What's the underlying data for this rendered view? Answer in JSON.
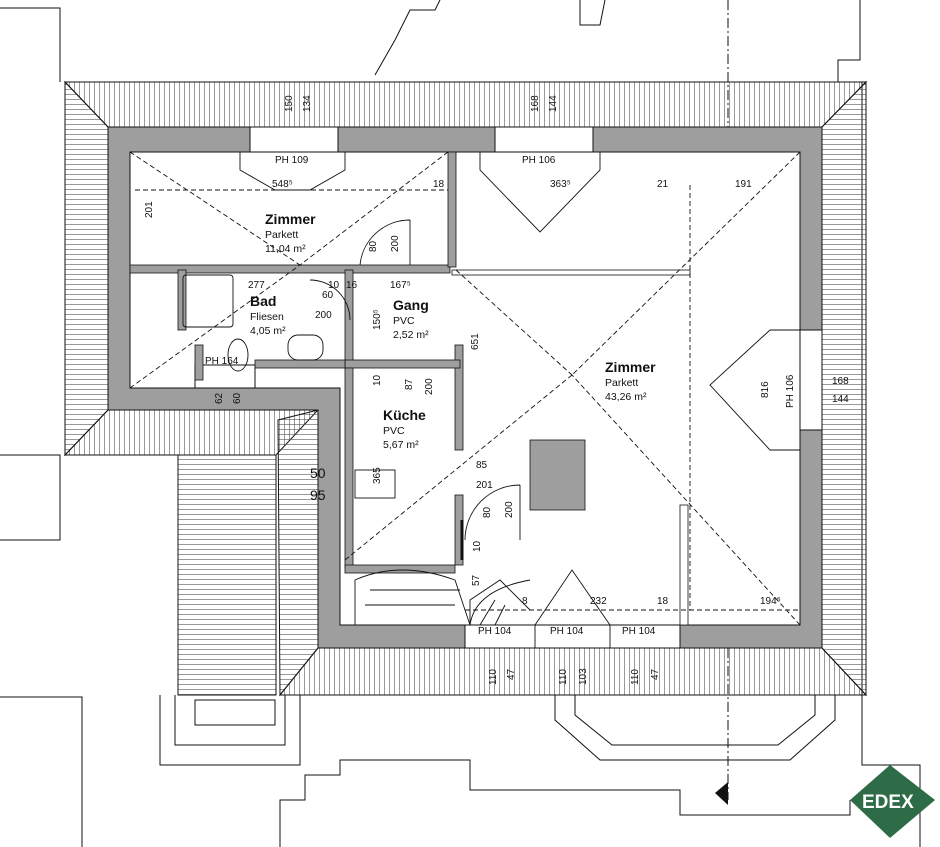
{
  "rooms": {
    "zimmer1": {
      "name": "Zimmer",
      "floor": "Parkett",
      "area": "11,04 m²"
    },
    "bad": {
      "name": "Bad",
      "floor": "Fliesen",
      "area": "4,05 m²"
    },
    "gang": {
      "name": "Gang",
      "floor": "PVC",
      "area": "2,52 m²"
    },
    "kueche": {
      "name": "Küche",
      "floor": "PVC",
      "area": "5,67 m²"
    },
    "zimmer2": {
      "name": "Zimmer",
      "floor": "Parkett",
      "area": "43,26 m²"
    }
  },
  "windows": {
    "ph109": "PH 109",
    "ph106_top": "PH 106",
    "ph164": "PH 164",
    "ph106_right": "PH 106",
    "ph104_a": "PH 104",
    "ph104_b": "PH 104",
    "ph104_c": "PH 104"
  },
  "dims": {
    "d150": "150",
    "d134": "134",
    "d168_top": "168",
    "d144_top": "144",
    "d548": "548⁵",
    "d18_a": "18",
    "d363": "363⁵",
    "d21": "21",
    "d191": "191",
    "d201_left": "201",
    "d80_a": "80",
    "d200_a": "200",
    "d277": "277",
    "d10_a": "10",
    "d16": "16",
    "d167": "167⁵",
    "d60_a": "60",
    "d200_b": "200",
    "d150_5": "150⁵",
    "d651": "651",
    "d816": "816",
    "d168_right": "168",
    "d144_right": "144",
    "d62": "62",
    "d60_b": "60",
    "d10_b": "10",
    "d87": "87",
    "d200_c": "200",
    "d50": "50",
    "d95": "95",
    "d365": "365",
    "d85": "85",
    "d201_b": "201",
    "d80_b": "80",
    "d200_d": "200",
    "d10_c": "10",
    "d57": "57",
    "d8": "8",
    "d232": "232",
    "d18_b": "18",
    "d194": "194⁵",
    "d110_a": "110",
    "d47_a": "47",
    "d110_b": "110",
    "d103": "103",
    "d110_c": "110",
    "d47_b": "47"
  },
  "logo": {
    "text": "EDEX",
    "color": "#2e6b47"
  },
  "colors": {
    "wall": "#9e9e9e",
    "line": "#111111"
  }
}
